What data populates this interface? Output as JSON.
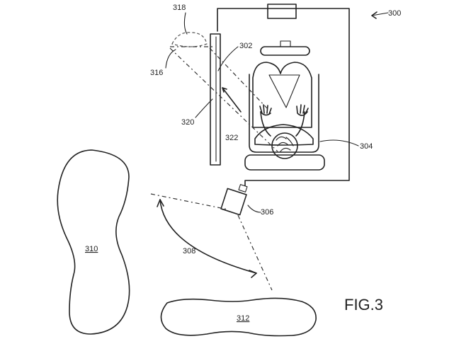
{
  "figure_label": "FIG.3",
  "labels": {
    "system": "300",
    "display": "302",
    "driver": "304",
    "camera": "306",
    "field_of_view": "308",
    "region_a": "310",
    "region_b": "312",
    "virtual_image": "316",
    "virtual_outline": "318",
    "display_edge": "320",
    "reflection_path": "322"
  },
  "colors": {
    "line": "#222222",
    "background": "#ffffff"
  }
}
